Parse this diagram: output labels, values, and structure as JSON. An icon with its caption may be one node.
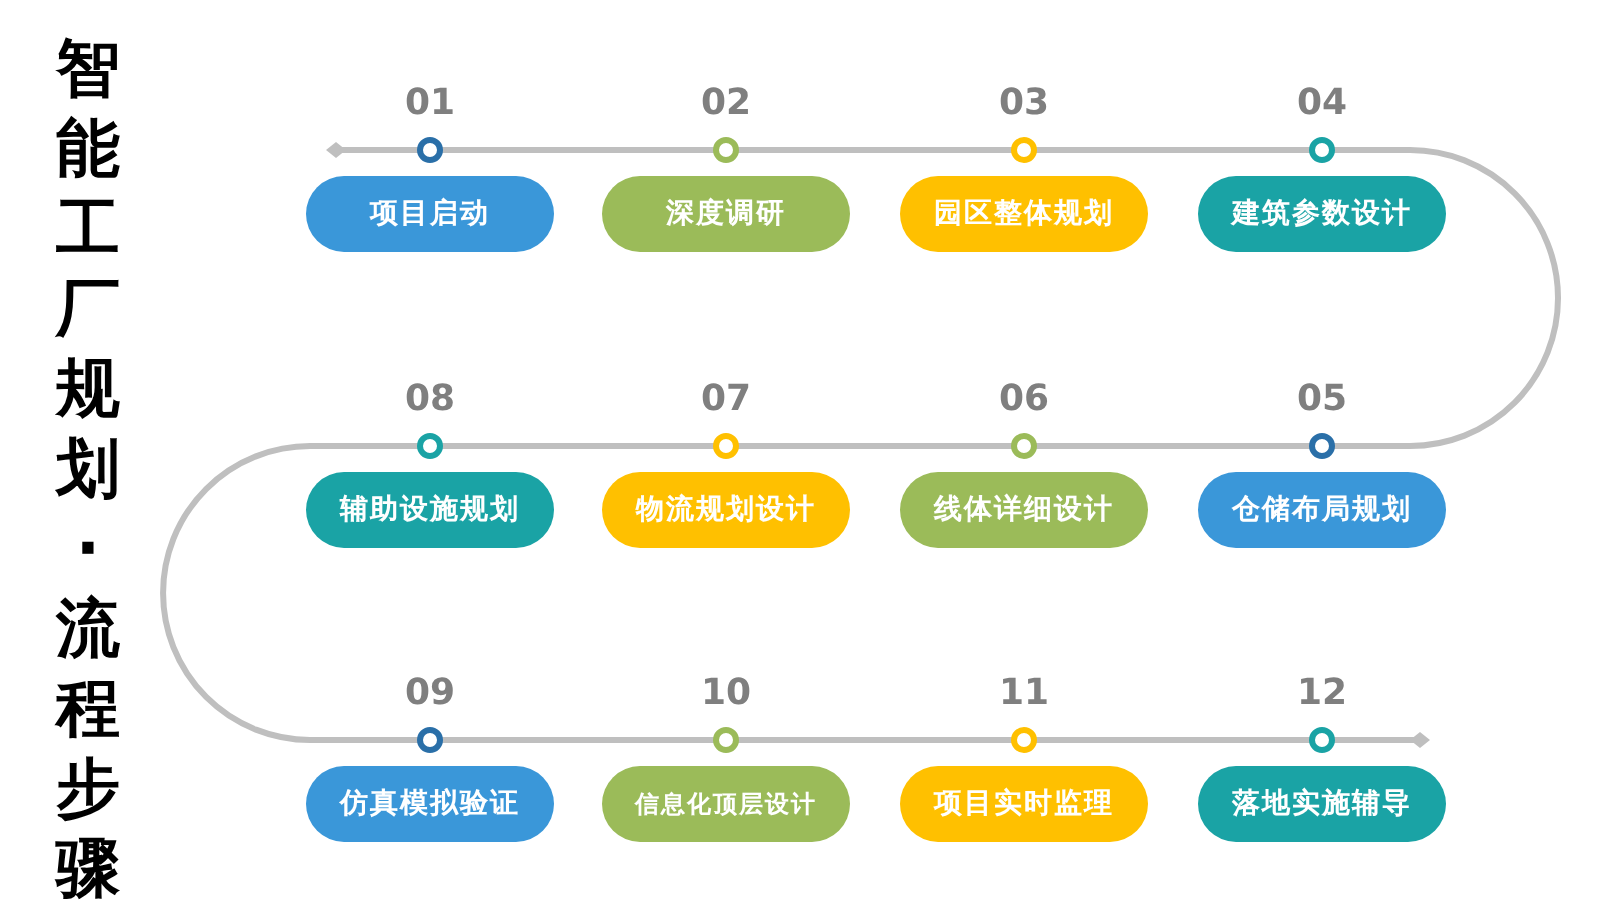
{
  "diagram": {
    "title": "智能工厂规划·流程步骤",
    "nodes": [
      {
        "text": [
          "项目启动"
        ],
        "beside": [
          "01"
        ]
      },
      {
        "text": [
          "深度调研"
        ],
        "beside": [
          "02"
        ]
      },
      {
        "text": [
          "园区整体规划"
        ],
        "beside": [
          "03"
        ]
      },
      {
        "text": [
          "建筑参数设计"
        ],
        "beside": [
          "04"
        ]
      },
      {
        "text": [
          "仓储布局规划"
        ],
        "beside": [
          "05"
        ]
      },
      {
        "text": [
          "线体详细设计"
        ],
        "beside": [
          "06"
        ]
      },
      {
        "text": [
          "物流规划设计"
        ],
        "beside": [
          "07"
        ]
      },
      {
        "text": [
          "辅助设施规划"
        ],
        "beside": [
          "08"
        ]
      },
      {
        "text": [
          "仿真模拟验证"
        ],
        "beside": [
          "09"
        ]
      },
      {
        "text": [
          "信息化顶层设计"
        ],
        "beside": [
          "10"
        ]
      },
      {
        "text": [
          "项目实时监理"
        ],
        "beside": [
          "11"
        ]
      },
      {
        "text": [
          "落地实施辅导"
        ],
        "beside": [
          "12"
        ]
      }
    ]
  }
}
